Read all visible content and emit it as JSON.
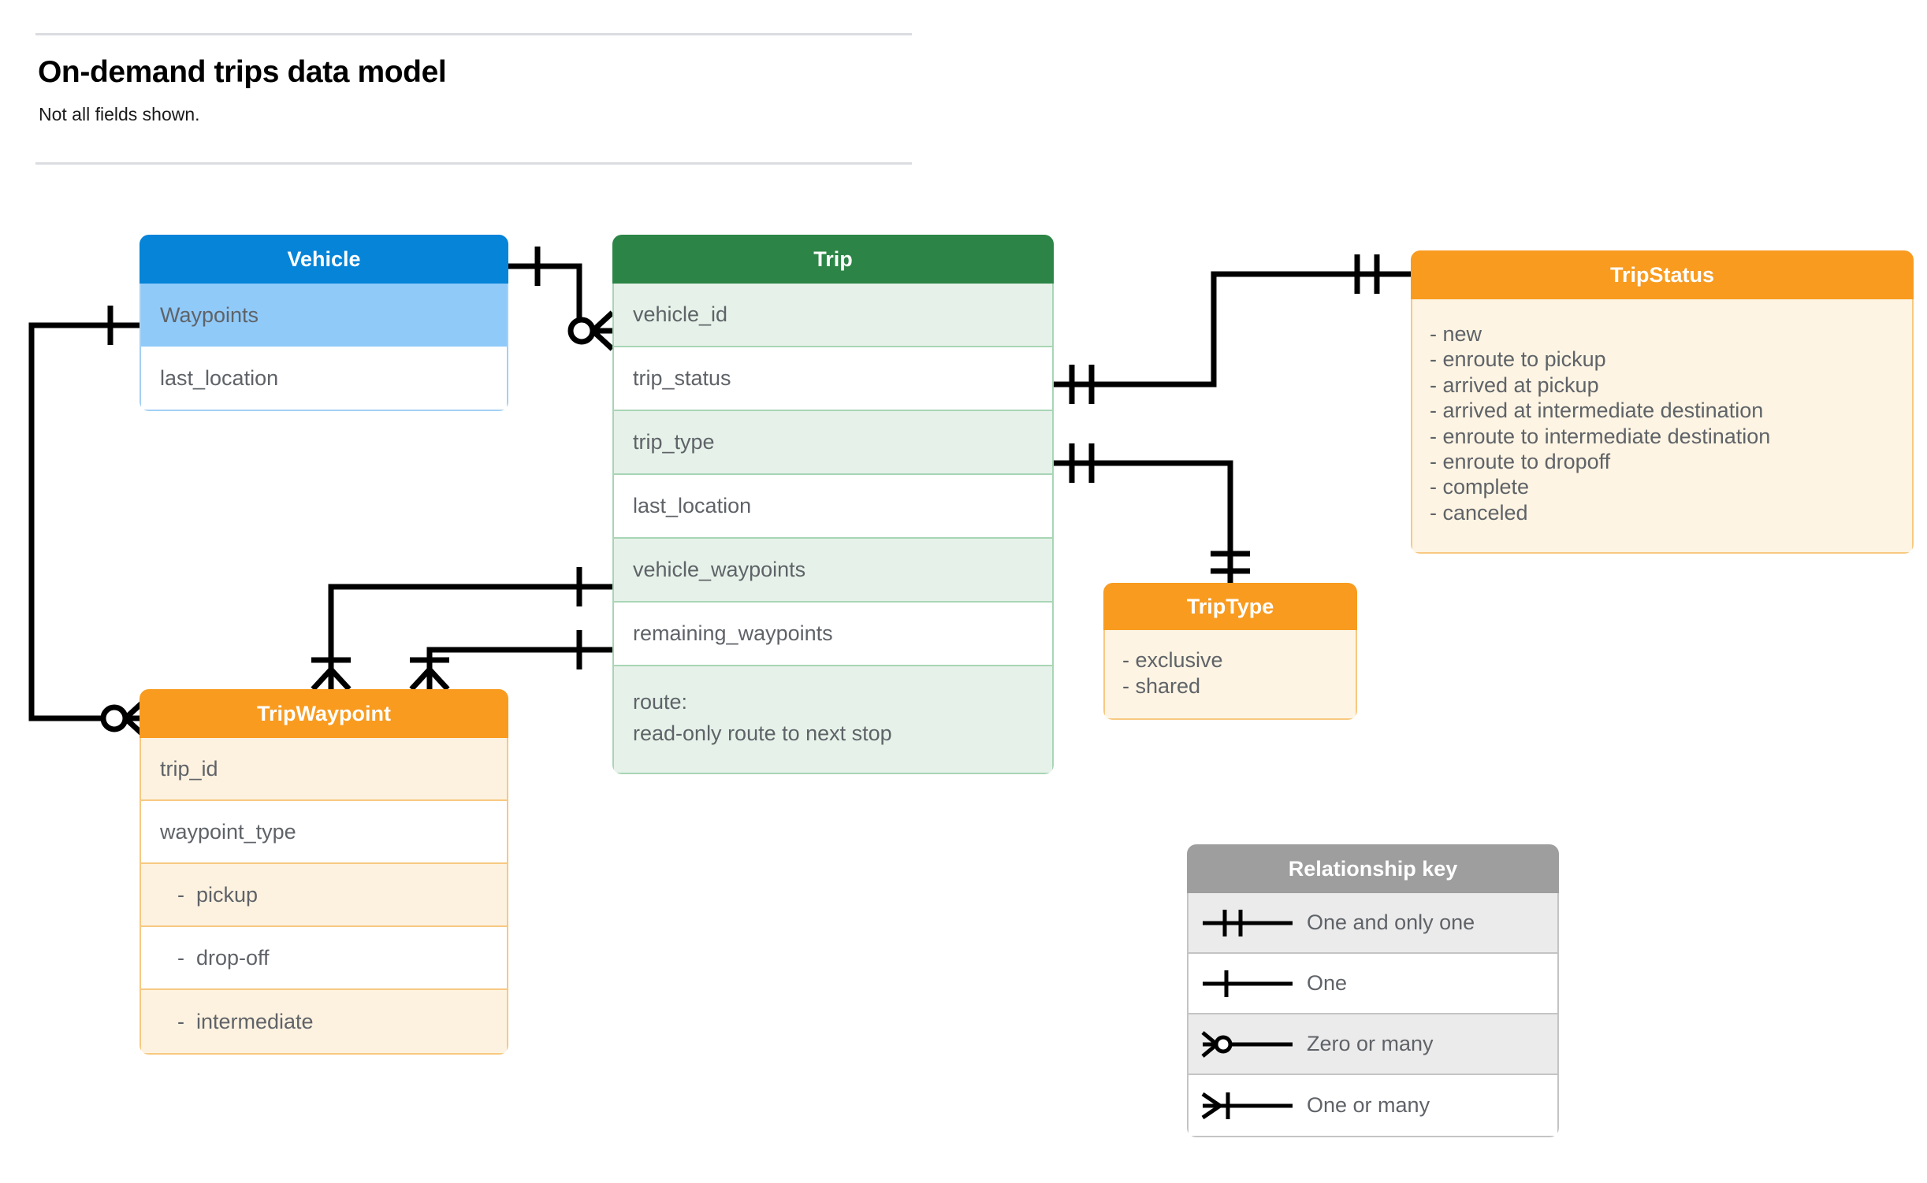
{
  "page": {
    "title": "On-demand trips data model",
    "subtitle": "Not all fields shown."
  },
  "entities": {
    "vehicle": {
      "name": "Vehicle",
      "header_color": "#0584d8",
      "fields": [
        {
          "label": "Waypoints"
        },
        {
          "label": "last_location"
        }
      ]
    },
    "trip": {
      "name": "Trip",
      "header_color": "#2c8546",
      "fields": [
        {
          "label": "vehicle_id"
        },
        {
          "label": "trip_status"
        },
        {
          "label": "trip_type"
        },
        {
          "label": "last_location"
        },
        {
          "label": "vehicle_waypoints"
        },
        {
          "label": "remaining_waypoints"
        },
        {
          "label": "route:\nread-only route to next stop"
        }
      ]
    },
    "tripwaypoint": {
      "name": "TripWaypoint",
      "header_color": "#f89b1f",
      "fields": [
        {
          "label": "trip_id"
        },
        {
          "label": "waypoint_type"
        },
        {
          "label": "-  pickup"
        },
        {
          "label": "-  drop-off"
        },
        {
          "label": "-  intermediate"
        }
      ]
    },
    "triptype": {
      "name": "TripType",
      "header_color": "#f89b1f",
      "values": [
        "- exclusive",
        "- shared"
      ]
    },
    "tripstatus": {
      "name": "TripStatus",
      "header_color": "#f89b1f",
      "values": [
        "- new",
        "- enroute to pickup",
        "- arrived at pickup",
        "- arrived at intermediate destination",
        "- enroute to intermediate destination",
        "- enroute to dropoff",
        "- complete",
        "- canceled"
      ]
    }
  },
  "legend": {
    "title": "Relationship key",
    "items": [
      {
        "symbol": "one-and-only-one-icon",
        "label": "One and only one"
      },
      {
        "symbol": "one-icon",
        "label": "One"
      },
      {
        "symbol": "zero-or-many-icon",
        "label": "Zero or many"
      },
      {
        "symbol": "one-or-many-icon",
        "label": "One or many"
      }
    ]
  },
  "relationships": [
    {
      "from": "Vehicle.Waypoints",
      "from_card": "One",
      "to": "TripWaypoint",
      "to_card": "Zero or many"
    },
    {
      "from": "Vehicle",
      "from_card": "One",
      "to": "Trip.vehicle_id",
      "to_card": "Zero or many"
    },
    {
      "from": "Trip.trip_status",
      "from_card": "One and only one",
      "to": "TripStatus",
      "to_card": "One and only one"
    },
    {
      "from": "Trip.trip_type",
      "from_card": "One and only one",
      "to": "TripType",
      "to_card": "One and only one"
    },
    {
      "from": "Trip.vehicle_waypoints",
      "from_card": "One",
      "to": "TripWaypoint",
      "to_card": "One or many"
    },
    {
      "from": "Trip.remaining_waypoints",
      "from_card": "One",
      "to": "TripWaypoint",
      "to_card": "One or many"
    }
  ],
  "colors": {
    "blue": "#0584d8",
    "blue_light": "#90caf9",
    "green": "#2c8546",
    "green_light": "#e6f2e9",
    "orange": "#f89b1f",
    "cream": "#fdf4e3",
    "gray": "#9e9e9e",
    "line": "#000000",
    "rule": "#dadce0"
  }
}
